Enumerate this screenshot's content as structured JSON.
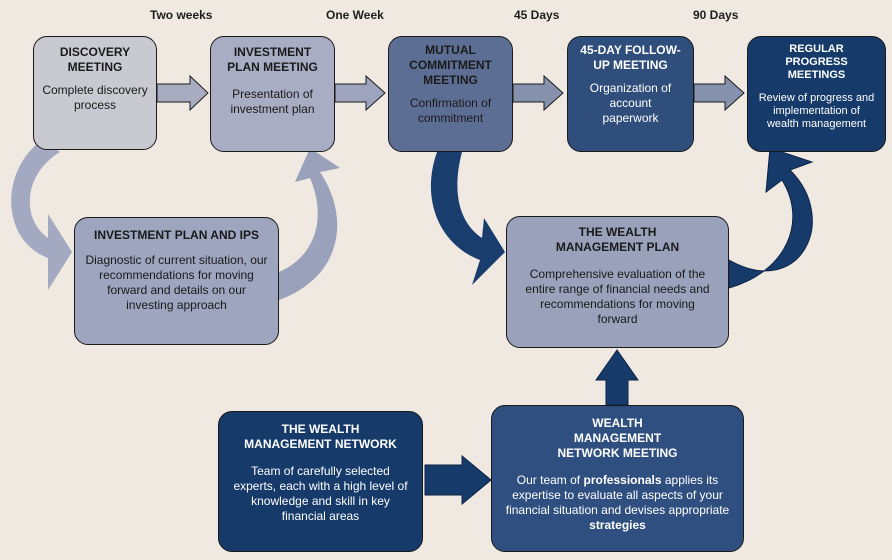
{
  "timeline": {
    "two_weeks": "Two weeks",
    "one_week": "One Week",
    "days_45": "45 Days",
    "days_90": "90 Days"
  },
  "boxes": {
    "discovery": {
      "title": "DISCOVERY MEETING",
      "desc": "Complete discovery process"
    },
    "investment_plan_meeting": {
      "title": "INVESTMENT PLAN MEETING",
      "desc": "Presentation of investment plan"
    },
    "mutual_commitment": {
      "title": "MUTUAL COMMITMENT MEETING",
      "desc": "Confirmation of commitment"
    },
    "followup_45": {
      "title": "45-DAY FOLLOW-UP MEETING",
      "desc": "Organization of account paperwork"
    },
    "regular_progress": {
      "title": "REGULAR PROGRESS MEETINGS",
      "desc": "Review of progress and implementation of wealth management"
    },
    "investment_plan_ips": {
      "title": "INVESTMENT PLAN AND IPS",
      "desc": "Diagnostic of current situation, our recommendations for moving forward and details on our investing approach"
    },
    "wealth_management_plan": {
      "title": "THE WEALTH MANAGEMENT PLAN",
      "desc": "Comprehensive evaluation of the entire range of financial needs and recommendations for moving forward"
    },
    "wealth_management_network": {
      "title": "THE WEALTH MANAGEMENT NETWORK",
      "desc": "Team of carefully selected experts, each with a high level of knowledge and skill in key financial areas"
    },
    "network_meeting": {
      "title": "WEALTH MANAGEMENT NETWORK MEETING",
      "desc_part1": "Our team of ",
      "desc_bold1": "professionals",
      "desc_part2": " applies its expertise to evaluate all aspects of your financial situation and devises appropriate ",
      "desc_bold2": "strategies"
    }
  },
  "colors": {
    "background": "#efe9e2",
    "discovery": "#c9c9d1",
    "investment_plan_meeting": "#a9adc3",
    "mutual_commitment": "#5d6e95",
    "followup_45": "#2f4e7c",
    "regular_progress": "#163a69",
    "investment_plan_ips": "#9ea5bf",
    "wealth_management_plan": "#9aa2bb",
    "wealth_management_network": "#163a69",
    "network_meeting": "#2f4f80"
  }
}
